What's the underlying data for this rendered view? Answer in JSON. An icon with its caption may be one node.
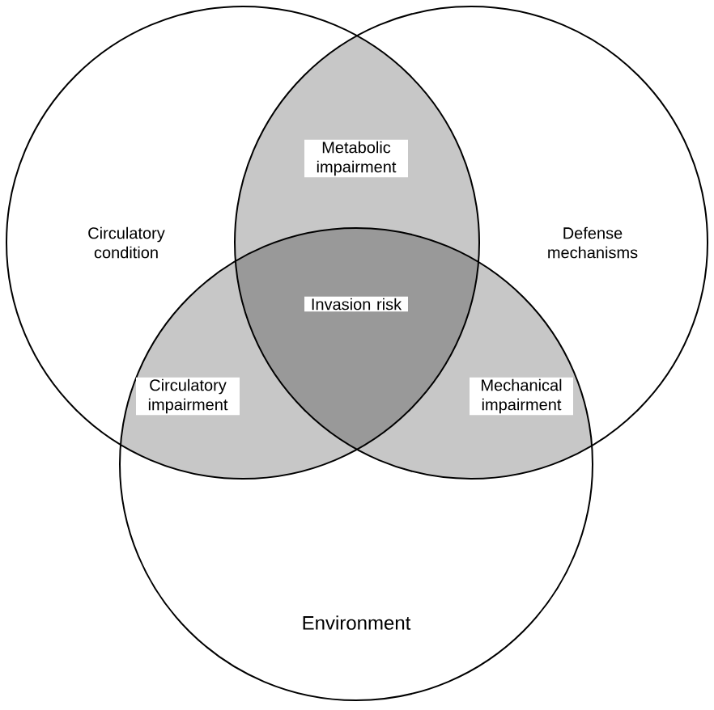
{
  "diagram": {
    "nodes": [
      {
        "text": [
          "Circulatory condition"
        ]
      },
      {
        "text": [
          "Defense mechanisms"
        ]
      },
      {
        "text": [
          "Environment"
        ]
      }
    ],
    "labels": [
      "Metabolic impairment",
      "Invasion risk",
      "Circulatory impairment",
      "Mechanical impairment"
    ]
  }
}
